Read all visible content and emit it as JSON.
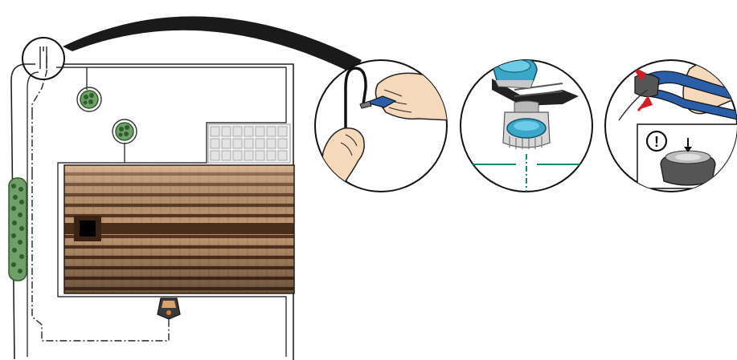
{
  "diagram": {
    "description_text": "",
    "colors": {
      "wire": "#222222",
      "roof_light": "#d9b48f",
      "roof_dark": "#4a2e1c",
      "roof_mid": "#8a5a3a",
      "tree_fill": "#6fa06a",
      "tree_dark": "#2f5d2e",
      "connector_blue": "#3aa7c9",
      "connector_grey": "#b9b9b9",
      "skin": "#f6d9bb",
      "pliers_blue": "#2a5fa8",
      "arrow_red": "#d21f26",
      "guide_green": "#1a8a6a",
      "paving": "#e8e8e8"
    },
    "icons": {
      "robot_mower": "robot-mower-icon",
      "charging_station": "charging-station-icon",
      "warning": "exclamation-icon",
      "magnifier": "zoom-callout-icon"
    },
    "steps": [
      {
        "id": "cut-wire",
        "icon": "hand-with-cutter-icon"
      },
      {
        "id": "insert-connector",
        "icon": "wire-connector-icon"
      },
      {
        "id": "press-connector",
        "icon": "pliers-press-icon"
      }
    ],
    "warning_symbol": "!"
  }
}
